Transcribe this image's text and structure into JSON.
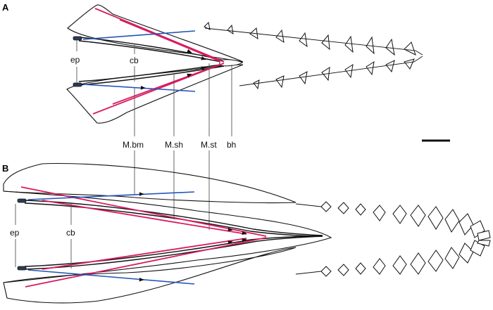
{
  "panels": {
    "a": "A",
    "b": "B"
  },
  "labels": {
    "ep_top": "ep",
    "cb_top": "cb",
    "ep_bottom": "ep",
    "cb_bottom": "cb",
    "m_bm": "M.bm",
    "m_sh": "M.sh",
    "m_st": "M.st",
    "bh": "bh"
  },
  "colors": {
    "muscle_red": "#d81b60",
    "muscle_blue": "#2456b8",
    "outline": "#111111"
  }
}
